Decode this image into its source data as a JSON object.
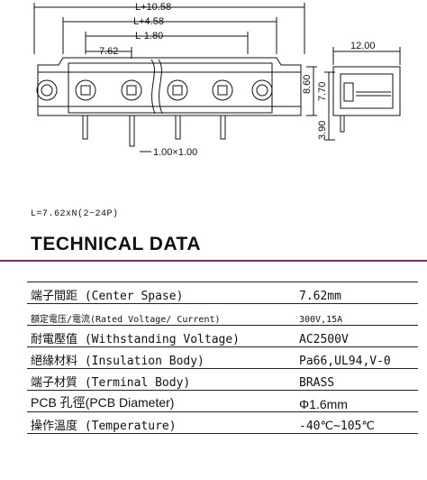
{
  "drawing": {
    "dim_total": "L+10.58",
    "dim_mid": "L+4.58",
    "dim_inner": "L-1.80",
    "dim_pitch": "7.62",
    "dim_side_width": "12.00",
    "dim_height_outer": "8.60",
    "dim_height_inner": "7.70",
    "dim_pin_offset": "3.90",
    "dim_pin_size": "1.00×1.00"
  },
  "formula": "L=7.62xN(2~24P)",
  "title": "TECHNICAL DATA",
  "specs": [
    {
      "label": "端子間距 (Center Spase)",
      "value": "7.62mm"
    },
    {
      "label": "額定電压/電流(Rated Voltage/ Current)",
      "value": "300V,15A"
    },
    {
      "label": "耐電壓值 (Withstanding Voltage)",
      "value": "AC2500V"
    },
    {
      "label": "絕緣材料 (Insulation Body)",
      "value": "Pa66,UL94,V-0"
    },
    {
      "label": "端子材質 (Terminal Body)",
      "value": "BRASS"
    },
    {
      "label": "PCB 孔徑(PCB Diameter)",
      "value": "Φ1.6mm"
    },
    {
      "label": "操作溫度 (Temperature)",
      "value": "-40℃~105℃"
    }
  ],
  "colors": {
    "title_rule": "#8a2a6a",
    "line": "#111111"
  }
}
